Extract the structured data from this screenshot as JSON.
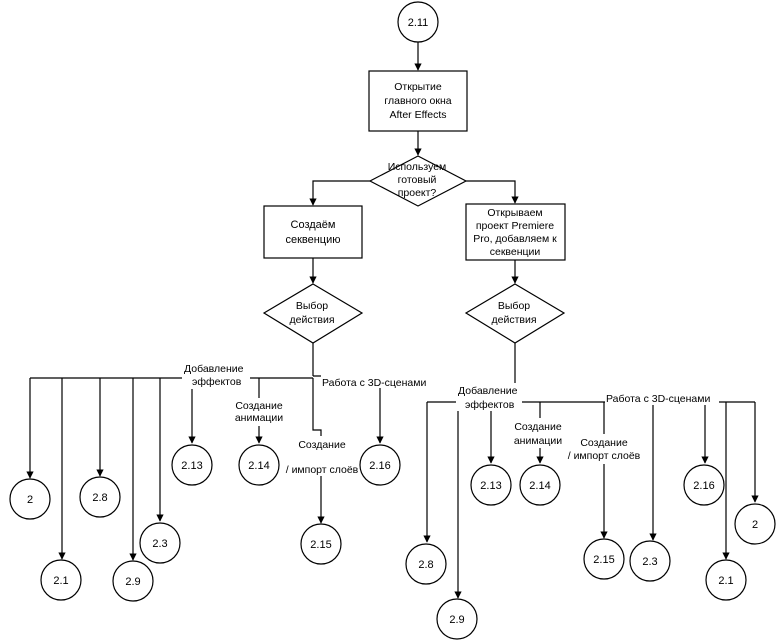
{
  "start": "2.11",
  "open_window": [
    "Открытие",
    "главного окна",
    "After Effects"
  ],
  "decision_project": [
    "Используем",
    "готовый",
    "проект?"
  ],
  "create_sequence": [
    "Создаём",
    "секвенцию"
  ],
  "open_premiere": [
    "Открываем",
    "проект Premiere",
    "Pro, добавляем к",
    "секвенции"
  ],
  "left_choose": [
    "Выбор",
    "действия"
  ],
  "right_choose": [
    "Выбор",
    "действия"
  ],
  "left_labels": {
    "effects": [
      "Добавление",
      "эффектов"
    ],
    "animation": [
      "Создание",
      "анимации"
    ],
    "layers": [
      "Создание",
      "/ импорт слоёв"
    ],
    "scenes3d": [
      "Работа с 3D-сценами"
    ]
  },
  "right_labels": {
    "effects": [
      "Добавление",
      "эффектов"
    ],
    "animation": [
      "Создание",
      "анимации"
    ],
    "layers": [
      "Создание",
      "/ импорт слоёв"
    ],
    "scenes3d": [
      "Работа с 3D-сценами"
    ]
  },
  "left_nodes": [
    "2",
    "2.1",
    "2.8",
    "2.9",
    "2.3",
    "2.13",
    "2.14",
    "2.15",
    "2.16"
  ],
  "right_nodes": [
    "2.8",
    "2.9",
    "2.13",
    "2.14",
    "2.15",
    "2.3",
    "2.16",
    "2.1",
    "2"
  ]
}
